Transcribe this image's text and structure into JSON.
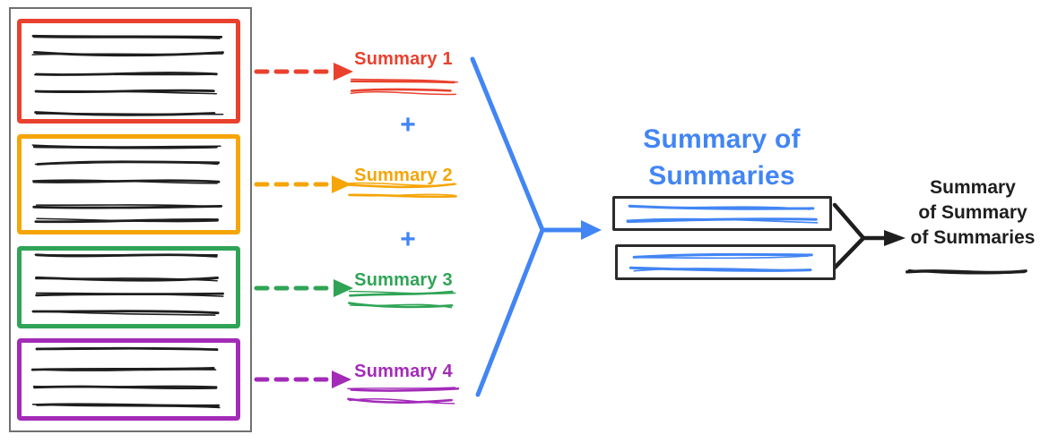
{
  "colors": {
    "red": "#E9412E",
    "orange": "#F5A506",
    "green": "#2FA456",
    "purple": "#A32BB8",
    "blue": "#4285F4",
    "ink": "#1E1E1E",
    "box_border": "#2B2B2B",
    "outer_border": "#707070"
  },
  "source_document": {
    "sections": [
      {
        "id": "section-1",
        "color_key": "red"
      },
      {
        "id": "section-2",
        "color_key": "orange"
      },
      {
        "id": "section-3",
        "color_key": "green"
      },
      {
        "id": "section-4",
        "color_key": "purple"
      }
    ]
  },
  "summaries": [
    {
      "label": "Summary 1",
      "color_key": "red"
    },
    {
      "label": "Summary 2",
      "color_key": "orange"
    },
    {
      "label": "Summary 3",
      "color_key": "green"
    },
    {
      "label": "Summary 4",
      "color_key": "purple"
    }
  ],
  "operators": {
    "plus": "+"
  },
  "merge": {
    "title": "Summary of\nSummaries"
  },
  "final": {
    "title": "Summary\nof Summary\nof Summaries"
  }
}
